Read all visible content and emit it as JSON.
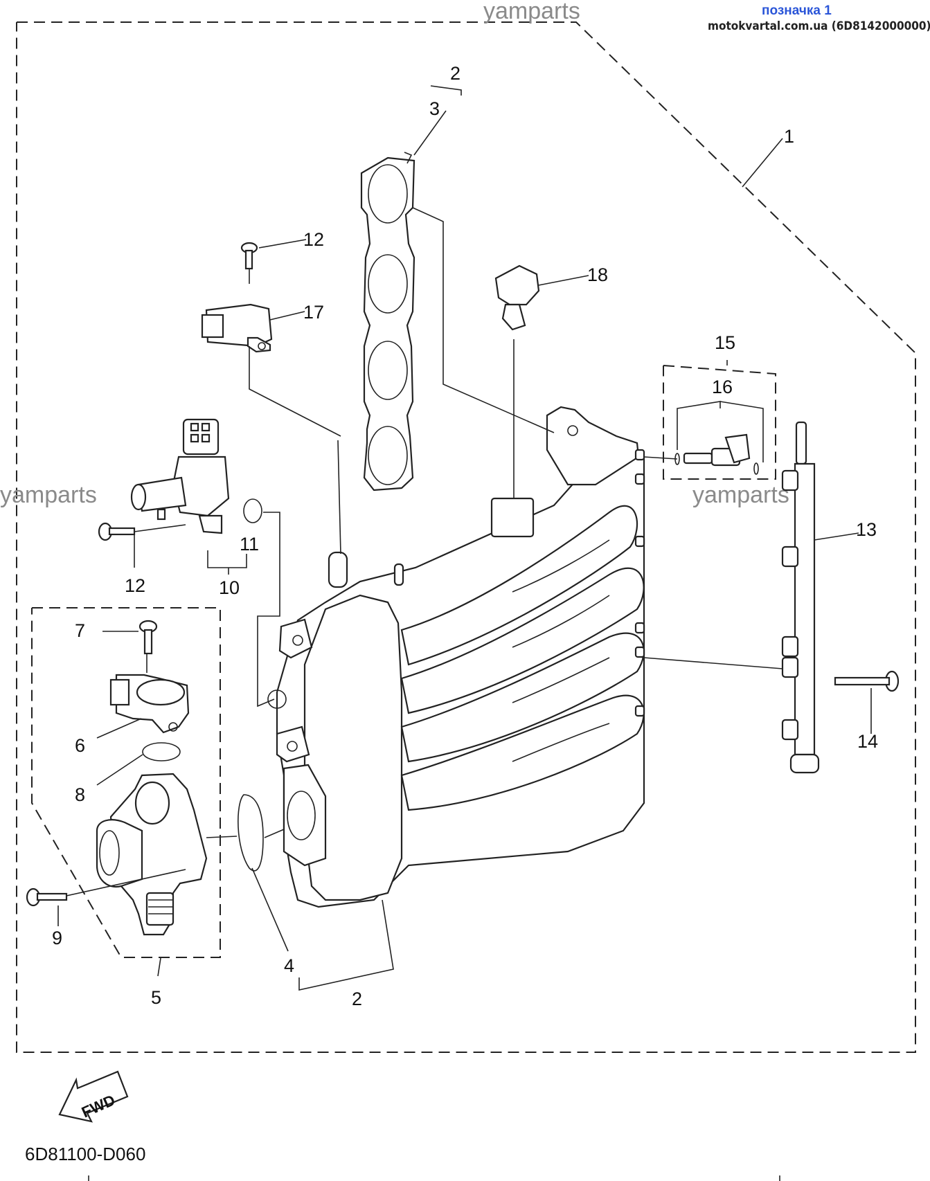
{
  "header": {
    "label_link": "позначка 1",
    "source": "motokvartal.com.ua (6D8142000000)"
  },
  "watermark": "yamparts",
  "diagram_code": "6D81100-D060",
  "fwd_label": "FWD",
  "callouts": {
    "c1": "1",
    "c2_top": "2",
    "c2_bottom": "2",
    "c3": "3",
    "c4": "4",
    "c5": "5",
    "c6": "6",
    "c7": "7",
    "c8": "8",
    "c9": "9",
    "c10": "10",
    "c11": "11",
    "c12_top": "12",
    "c12_left": "12",
    "c13": "13",
    "c14": "14",
    "c15": "15",
    "c16": "16",
    "c17": "17",
    "c18": "18"
  }
}
